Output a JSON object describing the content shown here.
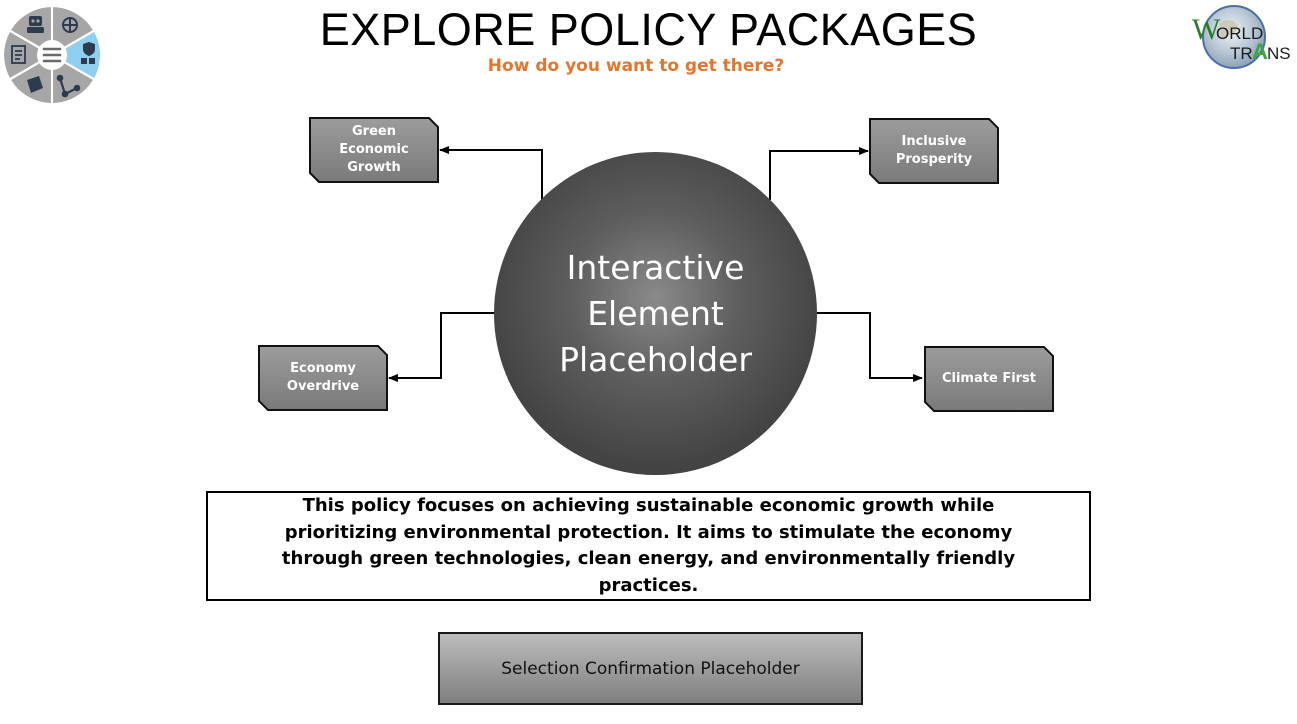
{
  "header": {
    "title": "EXPLORE POLICY PACKAGES",
    "subtitle": "How do you want to get there?"
  },
  "logo": {
    "line1": "ORLD",
    "line2": "TR",
    "line3": "NS",
    "big_w": "W",
    "big_a": "A"
  },
  "nav_wheel": {
    "center_icon": "menu-icon",
    "segments": [
      "robot-icon",
      "globe-gear-icon",
      "shield-blocks-icon",
      "network-icon",
      "book-icon",
      "document-icon"
    ],
    "active_segment": "shield-blocks-icon",
    "colors": {
      "segment": "#a6a6a6",
      "active": "#8fd0f0",
      "icon": "#2e3a4f"
    }
  },
  "center_element": {
    "line1": "Interactive",
    "line2": "Element",
    "line3": "Placeholder"
  },
  "packages": {
    "green_economic_growth": "Green Economic Growth",
    "inclusive_prosperity": "Inclusive Prosperity",
    "economy_overdrive": "Economy Overdrive",
    "climate_first": "Climate First"
  },
  "description": "This policy focuses on achieving sustainable economic growth while prioritizing environmental protection. It aims to stimulate the economy through green technologies, clean energy, and environmentally friendly practices.",
  "confirm_button": "Selection Confirmation Placeholder",
  "colors": {
    "subtitle": "#e2762f",
    "package_fill": "#8c8c8c",
    "circle_fill": "#444444"
  }
}
